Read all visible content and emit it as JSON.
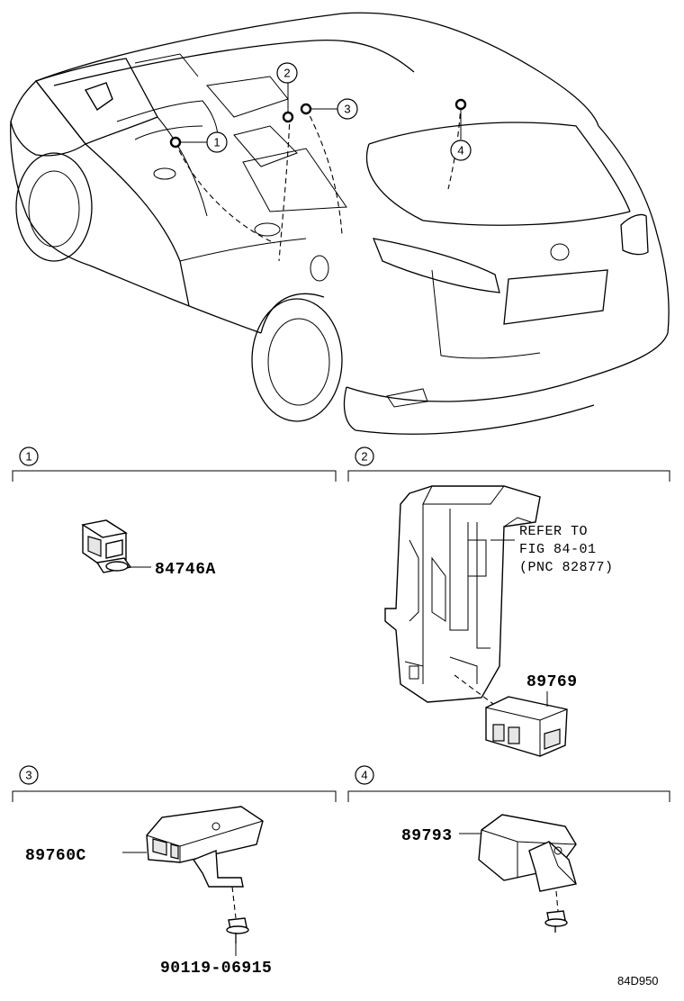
{
  "diagram_code": "84D950",
  "overview_callouts": [
    "1",
    "2",
    "3",
    "4"
  ],
  "sections": [
    {
      "number": "1",
      "parts": [
        "84746A"
      ]
    },
    {
      "number": "2",
      "parts": [
        "89769"
      ],
      "note": [
        "REFER TO",
        "FIG 84-01",
        "(PNC 82877)"
      ]
    },
    {
      "number": "3",
      "parts": [
        "89760C",
        "90119-06915"
      ]
    },
    {
      "number": "4",
      "parts": [
        "89793"
      ]
    }
  ]
}
